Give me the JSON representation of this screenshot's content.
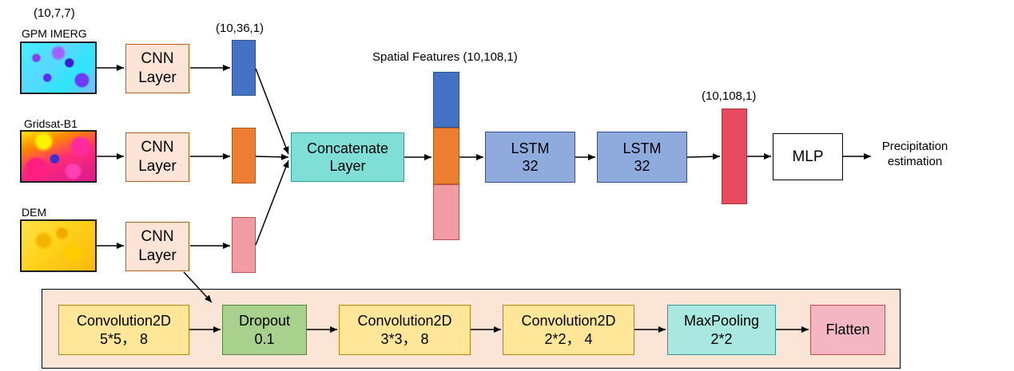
{
  "inputs": {
    "gpm": {
      "label": "GPM IMERG",
      "shape": "(10,7,7)"
    },
    "gridsat": {
      "label": "Gridsat-B1"
    },
    "dem": {
      "label": "DEM"
    }
  },
  "cnn_layers": [
    {
      "line1": "CNN",
      "line2": "Layer"
    },
    {
      "line1": "CNN",
      "line2": "Layer"
    },
    {
      "line1": "CNN",
      "line2": "Layer"
    }
  ],
  "cnn_output_shape": "(10,36,1)",
  "concatenate": {
    "line1": "Concatenate",
    "line2": "Layer"
  },
  "spatial_features": "Spatial Features (10,108,1)",
  "lstm": [
    {
      "line1": "LSTM",
      "line2": "32"
    },
    {
      "line1": "LSTM",
      "line2": "32"
    }
  ],
  "lstm_output_shape": "(10,108,1)",
  "mlp": "MLP",
  "output": {
    "line1": "Precipitation",
    "line2": "estimation"
  },
  "cnn_detail": [
    {
      "line1": "Convolution2D",
      "line2": "5*5， 8",
      "color": "#ffe699"
    },
    {
      "line1": "Dropout",
      "line2": "0.1",
      "color": "#a9d18e"
    },
    {
      "line1": "Convolution2D",
      "line2": "3*3， 8",
      "color": "#ffe699"
    },
    {
      "line1": "Convolution2D",
      "line2": "2*2， 4",
      "color": "#ffe699"
    },
    {
      "line1": "MaxPooling",
      "line2": "2*2",
      "color": "#a8e8e0"
    },
    {
      "line1": "Flatten",
      "line2": "",
      "color": "#f4b6c2"
    }
  ],
  "colors": {
    "blue": "#4472c4",
    "orange": "#ed7d31",
    "pink": "#f19ca5",
    "red": "#e84a5f",
    "lstm": "#8faadc",
    "concat": "#7fded6",
    "detail_bg": "#fbe5d6"
  }
}
